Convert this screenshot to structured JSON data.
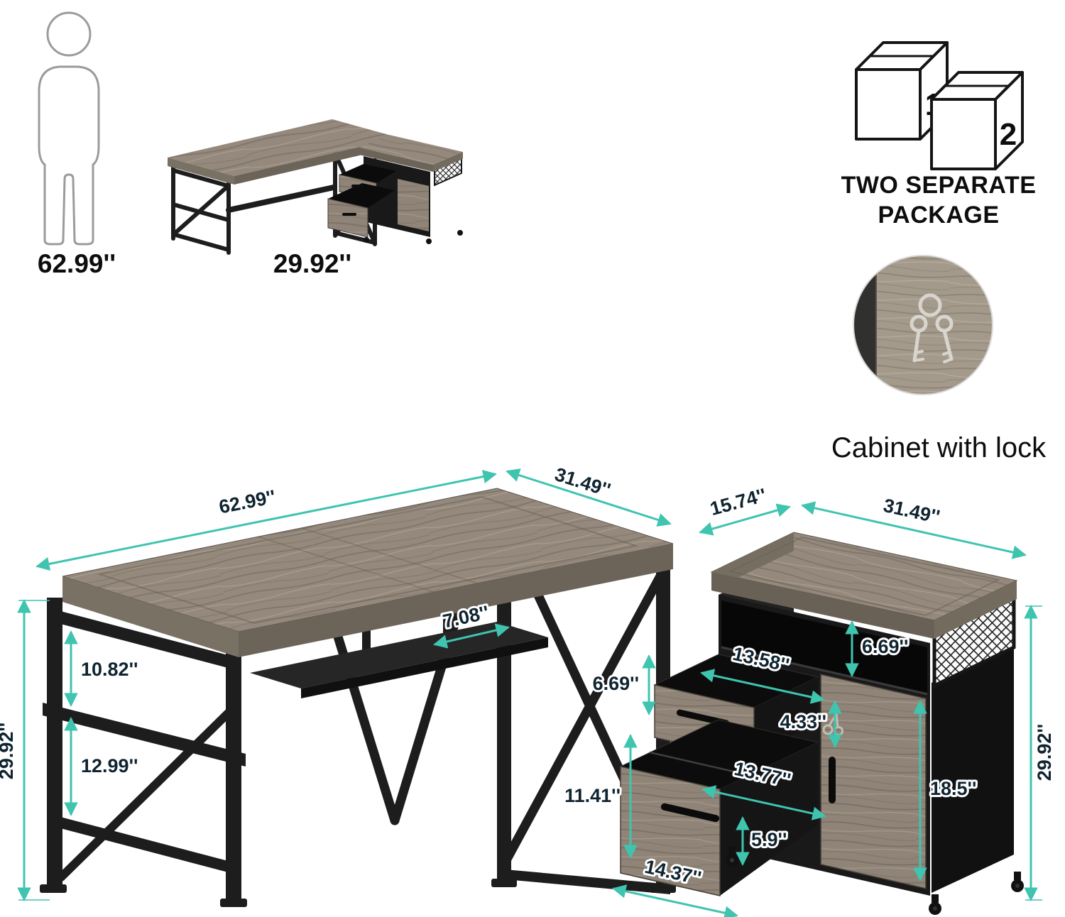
{
  "colors": {
    "accent": "#3fc4af",
    "dimension_text": "#0f2430",
    "wood": "#94897c",
    "frame_black": "#1d1d1d"
  },
  "top_left": {
    "person_height": "62.99''",
    "desk_height": "29.92''"
  },
  "packages": {
    "box1_number": "1",
    "box2_number": "2",
    "title_line1": "TWO SEPARATE",
    "title_line2": "PACKAGE"
  },
  "lock_feature": {
    "caption": "Cabinet with lock"
  },
  "dimensions": {
    "desk_length": "62.99''",
    "desk_depth": "31.49''",
    "cabinet_depth": "15.74''",
    "cabinet_width": "31.49''",
    "shelf_depth": "7.08''",
    "shelf_clearance": "10.82''",
    "desk_height": "29.92''",
    "lower_clearance": "12.99''",
    "drawer_area_height": "6.69''",
    "top_drawer_width": "13.58''",
    "top_drawer_height": "4.33''",
    "file_drawer_depth": "13.77''",
    "file_drawer_height": "11.41''",
    "file_drawer_inner_height": "5.9''",
    "file_drawer_width": "14.37''",
    "cabinet_shelf_height": "6.69''",
    "cabinet_door_height": "18.5''",
    "cabinet_height": "29.92''"
  },
  "icons": {
    "person": "person-outline-icon",
    "boxes": "package-box-icon",
    "keys": "keys-icon"
  }
}
